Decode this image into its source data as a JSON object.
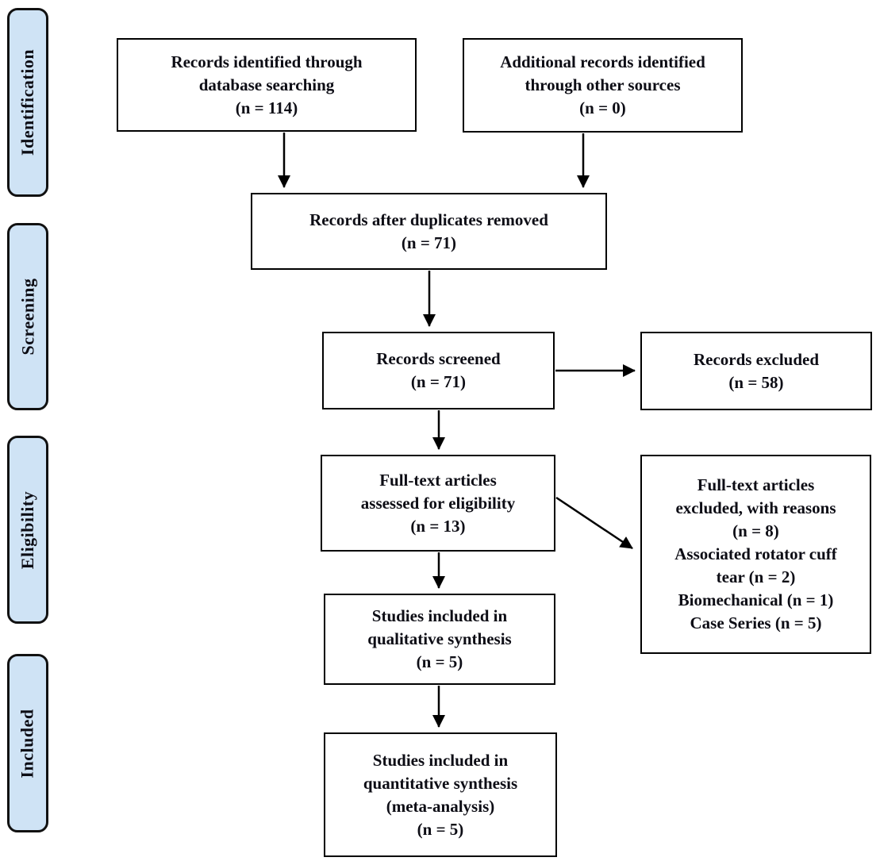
{
  "sidebar": {
    "stages": [
      {
        "label": "Identification"
      },
      {
        "label": "Screening"
      },
      {
        "label": "Eligibility"
      },
      {
        "label": "Included"
      }
    ]
  },
  "flow": {
    "records_identified": "Records identified through\ndatabase searching\n(n = 114)",
    "additional_records": "Additional records identified\nthrough other sources\n(n = 0)",
    "after_duplicates": "Records after duplicates removed\n(n = 71)",
    "records_screened": "Records screened\n(n = 71)",
    "records_excluded": "Records excluded\n(n = 58)",
    "fulltext_assessed": "Full-text articles\nassessed for eligibility\n(n = 13)",
    "fulltext_excluded": "Full-text articles\nexcluded, with reasons\n(n = 8)\nAssociated rotator cuff\ntear (n = 2)\nBiomechanical (n = 1)\nCase Series (n = 5)",
    "qualitative_synthesis": "Studies included in\nqualitative synthesis\n(n = 5)",
    "quantitative_synthesis": "Studies included in\nquantitative synthesis\n(meta-analysis)\n(n = 5)"
  },
  "colors": {
    "stage_fill": "#cfe3f5",
    "border": "#000000",
    "text": "#0d0d15",
    "background": "#ffffff"
  }
}
